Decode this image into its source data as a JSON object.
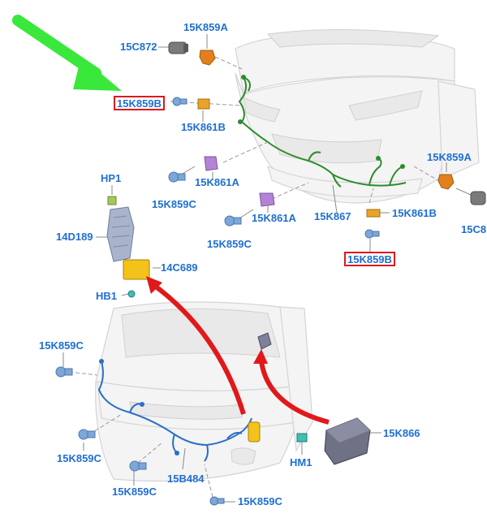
{
  "labels": {
    "front_sensor_top": "15K859A",
    "front_camera_top": "15C872",
    "front_sensor_highlight_left": "15K859B",
    "front_bracket_left": "15K861B",
    "front_bracket_mid1": "15K861A",
    "front_sensor_mid1": "15K859C",
    "front_bracket_mid2": "15K861A",
    "front_sensor_mid2": "15K859C",
    "front_harness": "15K867",
    "front_bracket_right": "15K861B",
    "front_sensor_highlight_right": "15K859B",
    "front_sensor_right": "15K859A",
    "front_camera_right": "15C8",
    "horn_hp": "HP1",
    "bracket_14d": "14D189",
    "module_14c": "14C689",
    "hb": "HB1",
    "rear_sensor_top": "15K859C",
    "rear_sensor_left": "15K859C",
    "rear_sensor_bottom": "15K859C",
    "rear_harness": "15B484",
    "rear_sensor_right": "15K859C",
    "rear_module": "15K866",
    "hm": "HM1"
  },
  "colors": {
    "label": "#1f6fd1",
    "highlight_box": "#e0191b",
    "green_arrow": "#39e83a",
    "red_arrow": "#e0191b",
    "front_wiring": "#2c8c2c",
    "rear_wiring": "#2a6fc4",
    "module_yellow": "#f3c21b",
    "sensor_orange": "#e2801b",
    "bracket_purple": "#b583d6",
    "sensor_blue": "#7da7d9"
  }
}
